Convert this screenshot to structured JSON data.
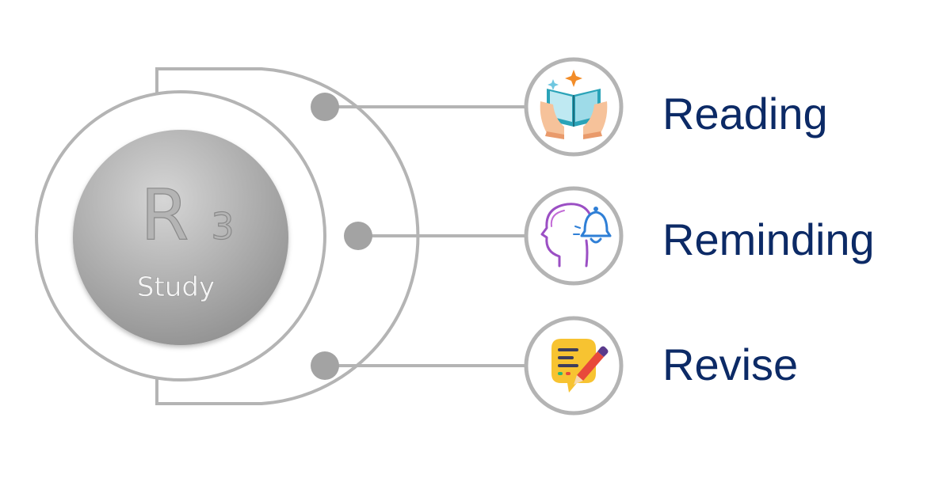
{
  "hub": {
    "letter": "R",
    "number": "3",
    "subtitle": "Study"
  },
  "items": [
    {
      "label": "Reading",
      "icon": "open-book-icon"
    },
    {
      "label": "Reminding",
      "icon": "head-bell-icon"
    },
    {
      "label": "Revise",
      "icon": "speech-bubble-pencil-icon"
    }
  ],
  "colors": {
    "line": "#b4b4b4",
    "node": "#a3a3a3",
    "hub_light": "#d6d6d6",
    "hub_dark": "#8f8f8f",
    "label": "#0c2a66"
  }
}
